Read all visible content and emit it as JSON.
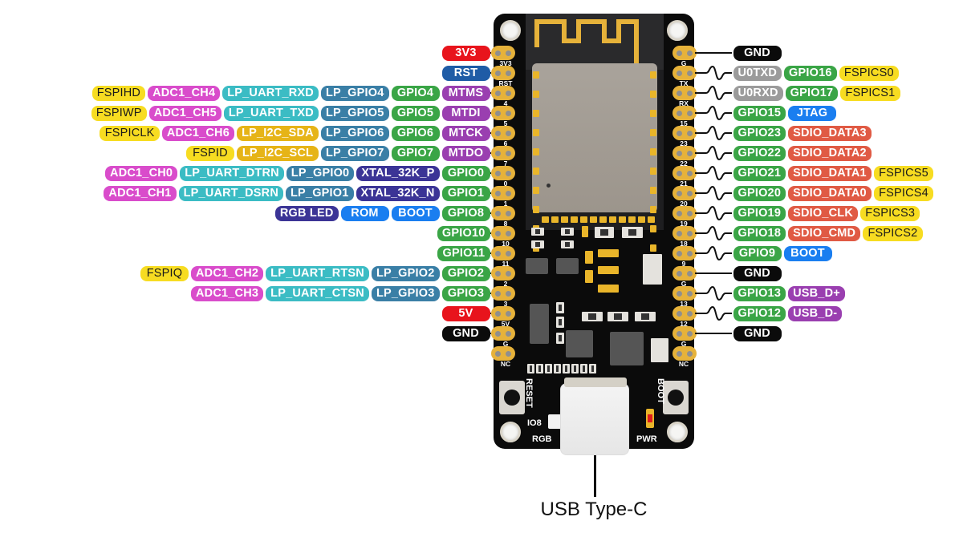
{
  "title_caption": "USB Type-C",
  "colors": {
    "power_red": "#e8141c",
    "reset_blue": "#1f5ca6",
    "gnd_black": "#0b0b0b",
    "jtag_mtx_purple": "#9a3fb0",
    "gpio_green": "#3aa546",
    "lp_gpio_steelblue": "#3a7fa6",
    "lp_uart_teal": "#3bbcc4",
    "lp_i2c_amber": "#e6b417",
    "adc_magenta": "#d94ccb",
    "fspi_yellow": "#f7dc21",
    "xtal_indigo": "#3b3496",
    "rgb_led_indigo": "#3b3496",
    "boot_blue": "#1a7ef0",
    "uart0_gray": "#9b9b9b",
    "sdio_red": "#e05a44",
    "usb_purple": "#9a3fb0"
  },
  "left_pins": [
    {
      "pin": "3V3",
      "link": "straight",
      "labels": [
        {
          "text": "3V3",
          "type": "power_red"
        }
      ]
    },
    {
      "pin": "RST",
      "link": "straight",
      "labels": [
        {
          "text": "RST",
          "type": "reset_blue"
        }
      ]
    },
    {
      "pin": "4",
      "link": "wave",
      "labels": [
        {
          "text": "MTMS",
          "type": "jtag_mtx_purple"
        },
        {
          "text": "GPIO4",
          "type": "gpio_green"
        },
        {
          "text": "LP_GPIO4",
          "type": "lp_gpio_steelblue"
        },
        {
          "text": "LP_UART_RXD",
          "type": "lp_uart_teal"
        },
        {
          "text": "ADC1_CH4",
          "type": "adc_magenta"
        },
        {
          "text": "FSPIHD",
          "type": "fspi_yellow"
        }
      ]
    },
    {
      "pin": "5",
      "link": "wave",
      "labels": [
        {
          "text": "MTDI",
          "type": "jtag_mtx_purple"
        },
        {
          "text": "GPIO5",
          "type": "gpio_green"
        },
        {
          "text": "LP_GPIO5",
          "type": "lp_gpio_steelblue"
        },
        {
          "text": "LP_UART_TXD",
          "type": "lp_uart_teal"
        },
        {
          "text": "ADC1_CH5",
          "type": "adc_magenta"
        },
        {
          "text": "FSPIWP",
          "type": "fspi_yellow"
        }
      ]
    },
    {
      "pin": "6",
      "link": "wave",
      "labels": [
        {
          "text": "MTCK",
          "type": "jtag_mtx_purple"
        },
        {
          "text": "GPIO6",
          "type": "gpio_green"
        },
        {
          "text": "LP_GPIO6",
          "type": "lp_gpio_steelblue"
        },
        {
          "text": "LP_I2C_SDA",
          "type": "lp_i2c_amber"
        },
        {
          "text": "ADC1_CH6",
          "type": "adc_magenta"
        },
        {
          "text": "FSPICLK",
          "type": "fspi_yellow"
        }
      ]
    },
    {
      "pin": "7",
      "link": "wave",
      "labels": [
        {
          "text": "MTDO",
          "type": "jtag_mtx_purple"
        },
        {
          "text": "GPIO7",
          "type": "gpio_green"
        },
        {
          "text": "LP_GPIO7",
          "type": "lp_gpio_steelblue"
        },
        {
          "text": "LP_I2C_SCL",
          "type": "lp_i2c_amber"
        },
        {
          "text": "FSPID",
          "type": "fspi_yellow"
        }
      ]
    },
    {
      "pin": "0",
      "link": "wave",
      "labels": [
        {
          "text": "GPIO0",
          "type": "gpio_green"
        },
        {
          "text": "XTAL_32K_P",
          "type": "xtal_indigo"
        },
        {
          "text": "LP_GPIO0",
          "type": "lp_gpio_steelblue"
        },
        {
          "text": "LP_UART_DTRN",
          "type": "lp_uart_teal"
        },
        {
          "text": "ADC1_CH0",
          "type": "adc_magenta"
        }
      ]
    },
    {
      "pin": "1",
      "link": "wave",
      "labels": [
        {
          "text": "GPIO1",
          "type": "gpio_green"
        },
        {
          "text": "XTAL_32K_N",
          "type": "xtal_indigo"
        },
        {
          "text": "LP_GPIO1",
          "type": "lp_gpio_steelblue"
        },
        {
          "text": "LP_UART_DSRN",
          "type": "lp_uart_teal"
        },
        {
          "text": "ADC1_CH1",
          "type": "adc_magenta"
        }
      ]
    },
    {
      "pin": "8",
      "link": "wave",
      "labels": [
        {
          "text": "GPIO8",
          "type": "gpio_green"
        },
        {
          "text": "BOOT",
          "type": "boot_blue"
        },
        {
          "text": "ROM",
          "type": "boot_blue"
        },
        {
          "text": "RGB LED",
          "type": "rgb_led_indigo"
        }
      ]
    },
    {
      "pin": "10",
      "link": "wave",
      "labels": [
        {
          "text": "GPIO10",
          "type": "gpio_green"
        }
      ]
    },
    {
      "pin": "11",
      "link": "wave",
      "labels": [
        {
          "text": "GPIO11",
          "type": "gpio_green"
        }
      ]
    },
    {
      "pin": "2",
      "link": "wave",
      "labels": [
        {
          "text": "GPIO2",
          "type": "gpio_green"
        },
        {
          "text": "LP_GPIO2",
          "type": "lp_gpio_steelblue"
        },
        {
          "text": "LP_UART_RTSN",
          "type": "lp_uart_teal"
        },
        {
          "text": "ADC1_CH2",
          "type": "adc_magenta"
        },
        {
          "text": "FSPIQ",
          "type": "fspi_yellow"
        }
      ]
    },
    {
      "pin": "3",
      "link": "wave",
      "labels": [
        {
          "text": "GPIO3",
          "type": "gpio_green"
        },
        {
          "text": "LP_GPIO3",
          "type": "lp_gpio_steelblue"
        },
        {
          "text": "LP_UART_CTSN",
          "type": "lp_uart_teal"
        },
        {
          "text": "ADC1_CH3",
          "type": "adc_magenta"
        }
      ]
    },
    {
      "pin": "5V",
      "link": "straight",
      "labels": [
        {
          "text": "5V",
          "type": "power_red"
        }
      ]
    },
    {
      "pin": "G",
      "link": "straight",
      "labels": [
        {
          "text": "GND",
          "type": "gnd_black"
        }
      ]
    },
    {
      "pin": "NC",
      "link": "none",
      "labels": []
    }
  ],
  "right_pins": [
    {
      "pin": "G",
      "link": "straight",
      "labels": [
        {
          "text": "GND",
          "type": "gnd_black"
        }
      ]
    },
    {
      "pin": "TX",
      "link": "wave",
      "labels": [
        {
          "text": "U0TXD",
          "type": "uart0_gray"
        },
        {
          "text": "GPIO16",
          "type": "gpio_green"
        },
        {
          "text": "FSPICS0",
          "type": "fspi_yellow"
        }
      ]
    },
    {
      "pin": "RX",
      "link": "wave",
      "labels": [
        {
          "text": "U0RXD",
          "type": "uart0_gray"
        },
        {
          "text": "GPIO17",
          "type": "gpio_green"
        },
        {
          "text": "FSPICS1",
          "type": "fspi_yellow"
        }
      ]
    },
    {
      "pin": "15",
      "link": "wave",
      "labels": [
        {
          "text": "GPIO15",
          "type": "gpio_green"
        },
        {
          "text": "JTAG",
          "type": "boot_blue"
        }
      ]
    },
    {
      "pin": "23",
      "link": "wave",
      "labels": [
        {
          "text": "GPIO23",
          "type": "gpio_green"
        },
        {
          "text": "SDIO_DATA3",
          "type": "sdio_red"
        }
      ]
    },
    {
      "pin": "22",
      "link": "wave",
      "labels": [
        {
          "text": "GPIO22",
          "type": "gpio_green"
        },
        {
          "text": "SDIO_DATA2",
          "type": "sdio_red"
        }
      ]
    },
    {
      "pin": "21",
      "link": "wave",
      "labels": [
        {
          "text": "GPIO21",
          "type": "gpio_green"
        },
        {
          "text": "SDIO_DATA1",
          "type": "sdio_red"
        },
        {
          "text": "FSPICS5",
          "type": "fspi_yellow"
        }
      ]
    },
    {
      "pin": "20",
      "link": "wave",
      "labels": [
        {
          "text": "GPIO20",
          "type": "gpio_green"
        },
        {
          "text": "SDIO_DATA0",
          "type": "sdio_red"
        },
        {
          "text": "FSPICS4",
          "type": "fspi_yellow"
        }
      ]
    },
    {
      "pin": "19",
      "link": "wave",
      "labels": [
        {
          "text": "GPIO19",
          "type": "gpio_green"
        },
        {
          "text": "SDIO_CLK",
          "type": "sdio_red"
        },
        {
          "text": "FSPICS3",
          "type": "fspi_yellow"
        }
      ]
    },
    {
      "pin": "18",
      "link": "wave",
      "labels": [
        {
          "text": "GPIO18",
          "type": "gpio_green"
        },
        {
          "text": "SDIO_CMD",
          "type": "sdio_red"
        },
        {
          "text": "FSPICS2",
          "type": "fspi_yellow"
        }
      ]
    },
    {
      "pin": "9",
      "link": "wave",
      "labels": [
        {
          "text": "GPIO9",
          "type": "gpio_green"
        },
        {
          "text": "BOOT",
          "type": "boot_blue"
        }
      ]
    },
    {
      "pin": "G",
      "link": "straight",
      "labels": [
        {
          "text": "GND",
          "type": "gnd_black"
        }
      ]
    },
    {
      "pin": "13",
      "link": "wave",
      "labels": [
        {
          "text": "GPIO13",
          "type": "gpio_green"
        },
        {
          "text": "USB_D+",
          "type": "usb_purple"
        }
      ]
    },
    {
      "pin": "12",
      "link": "wave",
      "labels": [
        {
          "text": "GPIO12",
          "type": "gpio_green"
        },
        {
          "text": "USB_D-",
          "type": "usb_purple"
        }
      ]
    },
    {
      "pin": "G",
      "link": "straight",
      "labels": [
        {
          "text": "GND",
          "type": "gnd_black"
        }
      ]
    },
    {
      "pin": "NC",
      "link": "none",
      "labels": []
    }
  ],
  "board_labels": {
    "reset": "RESET",
    "boot": "BOOT",
    "io8": "IO8",
    "rgb": "RGB",
    "pwr": "PWR"
  }
}
